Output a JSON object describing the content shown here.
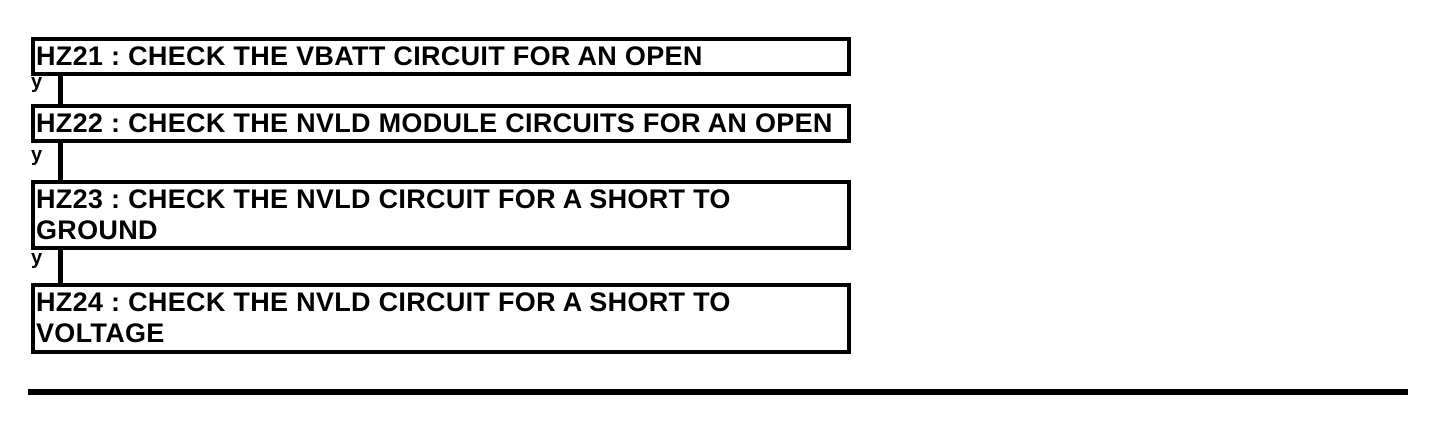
{
  "colors": {
    "ink": "#000000",
    "background": "#ffffff"
  },
  "flowchart": {
    "steps": [
      {
        "id": "HZ21",
        "lines": [
          "HZ21 : CHECK THE VBATT CIRCUIT FOR AN OPEN"
        ]
      },
      {
        "id": "HZ22",
        "lines": [
          "HZ22 : CHECK THE NVLD MODULE CIRCUITS FOR AN OPEN"
        ]
      },
      {
        "id": "HZ23",
        "lines": [
          "HZ23 : CHECK THE NVLD CIRCUIT FOR A SHORT TO",
          "GROUND"
        ]
      },
      {
        "id": "HZ24",
        "lines": [
          "HZ24 : CHECK THE NVLD CIRCUIT FOR A SHORT TO",
          "VOLTAGE"
        ]
      }
    ],
    "branches": [
      {
        "label": "y"
      },
      {
        "label": "y"
      },
      {
        "label": "y"
      }
    ]
  }
}
